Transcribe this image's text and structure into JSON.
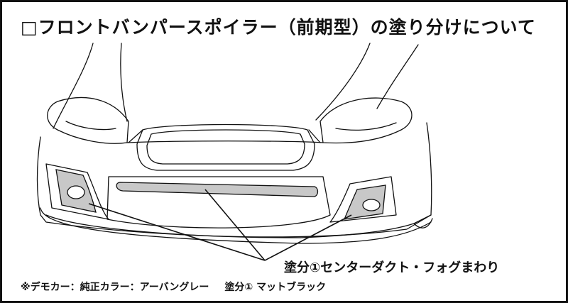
{
  "title": "□フロントバンパースポイラー（前期型）の塗り分けについて",
  "callout_label": "塗分①センターダクト・フォグまわり",
  "footnote": {
    "demo_color": "※デモカー：純正カラー：アーバングレー",
    "paint_note": "塗分① マットブラック"
  },
  "colors": {
    "highlight_fill": "#c8c8c8",
    "line": "#111111"
  }
}
